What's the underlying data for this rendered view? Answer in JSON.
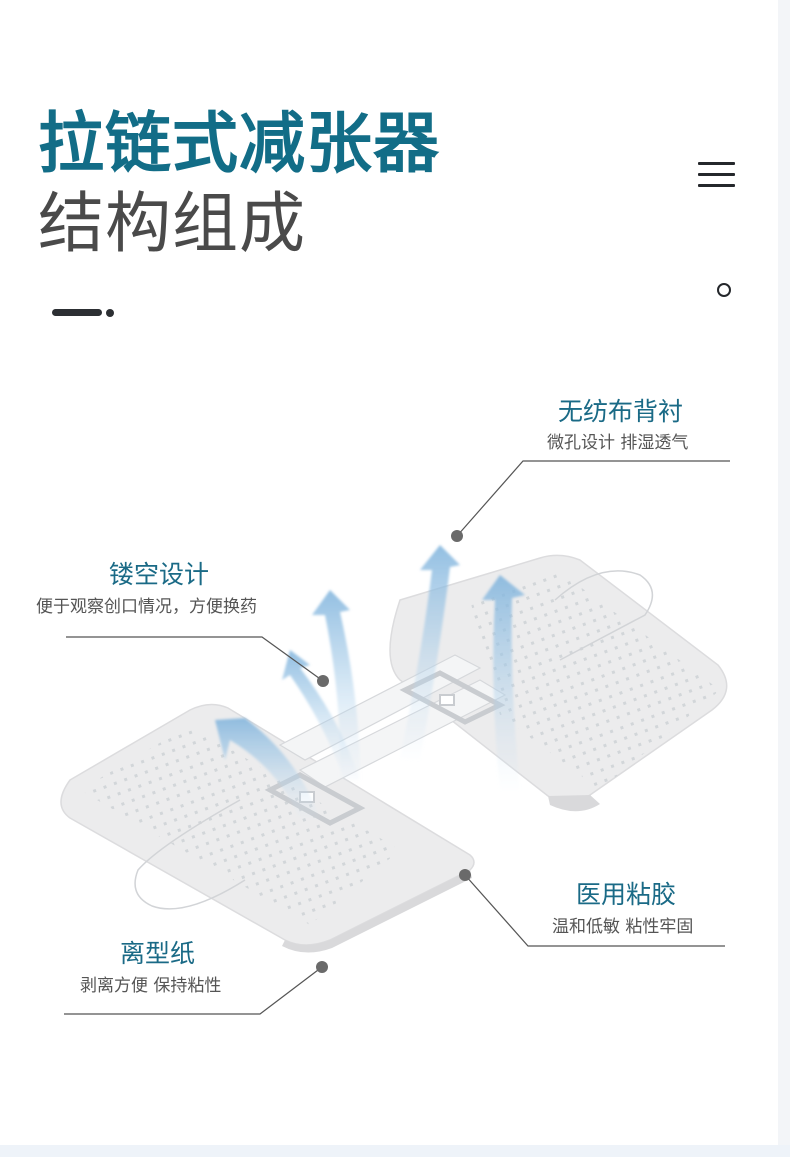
{
  "header": {
    "title_line1": "拉链式减张器",
    "title_line2": "结构组成"
  },
  "icons": {
    "menu": "hamburger-menu-icon",
    "indicator": "ring-icon"
  },
  "callouts": {
    "backing": {
      "title": "无纺布背衬",
      "subtitle": "微孔设计 排湿透气"
    },
    "hollow": {
      "title": "镂空设计",
      "subtitle": "便于观察创口情况，方便换药"
    },
    "adhesive": {
      "title": "医用粘胶",
      "subtitle": "温和低敏 粘性牢固"
    },
    "release": {
      "title": "离型纸",
      "subtitle": "剥离方便 保持粘性"
    }
  },
  "colors": {
    "title_primary": "#126d87",
    "title_secondary": "#4a4a4a",
    "callout_title": "#1a6a86",
    "callout_text": "#555555",
    "leader_line": "#555555",
    "page_background": "#ffffff"
  }
}
